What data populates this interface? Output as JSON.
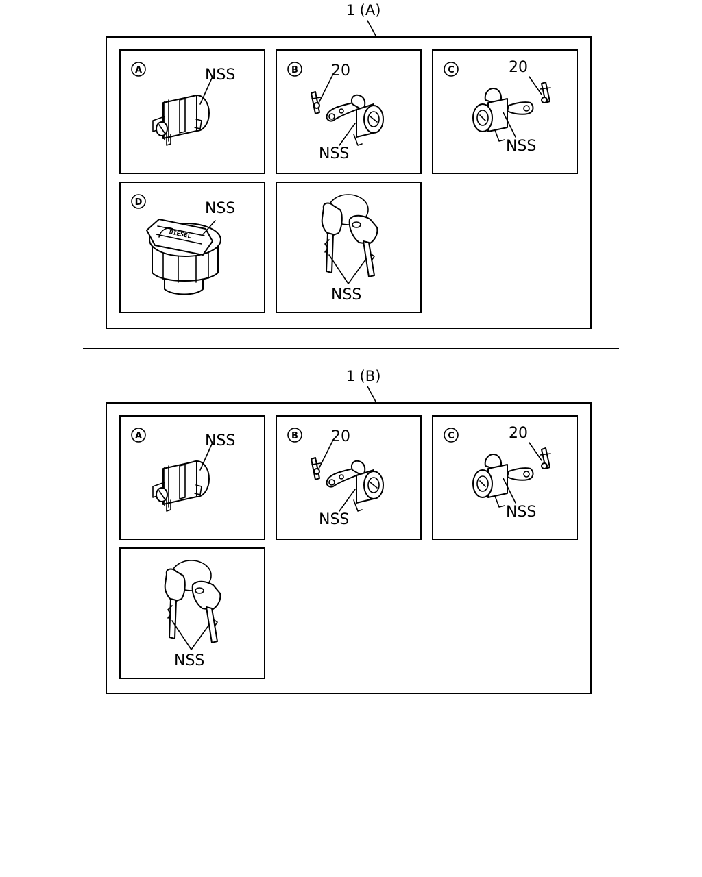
{
  "groups": {
    "a": {
      "title": "1 (A)",
      "panels": {
        "a": {
          "letter": "A",
          "label_nss": "NSS"
        },
        "b": {
          "letter": "B",
          "label_num": "20",
          "label_nss": "NSS"
        },
        "c": {
          "letter": "C",
          "label_num": "20",
          "label_nss": "NSS"
        },
        "d": {
          "letter": "D",
          "label_nss": "NSS",
          "cap_text": "DIESEL"
        },
        "keys": {
          "label_nss": "NSS"
        }
      }
    },
    "b": {
      "title": "1 (B)",
      "panels": {
        "a": {
          "letter": "A",
          "label_nss": "NSS"
        },
        "b": {
          "letter": "B",
          "label_num": "20",
          "label_nss": "NSS"
        },
        "c": {
          "letter": "C",
          "label_num": "20",
          "label_nss": "NSS"
        },
        "keys": {
          "label_nss": "NSS"
        }
      }
    }
  }
}
